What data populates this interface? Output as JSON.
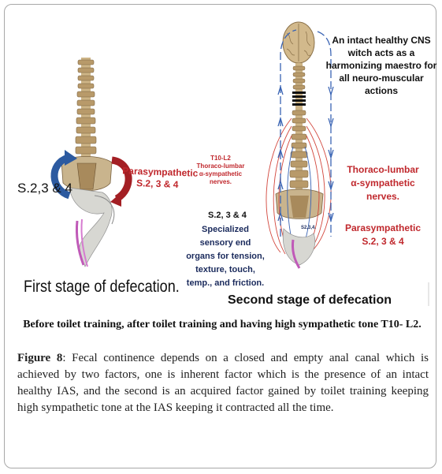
{
  "panel_left": {
    "label_s234": "S.2,3 & 4",
    "parasympathetic_title": "Parasympathetic",
    "parasympathetic_levels": "S.2, 3 & 4",
    "stage_title": "First stage of defecation."
  },
  "panel_right": {
    "cns_note": "An intact healthy CNS witch acts as a harmonizing maestro for all neuro-muscular actions",
    "thoraco_small_line1": "T10-L2",
    "thoraco_small_line2": "Thoraco-lumbar",
    "thoraco_small_line3": "α-sympathetic",
    "thoraco_small_line4": "nerves.",
    "s234_label": "S.2, 3 & 4",
    "sensory_note": "Specialized sensory end organs for tension, texture, touch, temp., and friction.",
    "s234_small": "S2,3,4.",
    "thoraco_right_line1": "Thoraco-lumbar",
    "thoraco_right_line2": "α-sympathetic",
    "thoraco_right_line3": "nerves.",
    "para_right_line1": "Parasympathetic",
    "para_right_line2": "S.2, 3 & 4",
    "stage_title": "Second stage of defecation"
  },
  "subcaption": "Before toilet training, after toilet training and having high sympathetic tone T10- L2.",
  "caption": {
    "label": "Figure 8",
    "text": ": Fecal continence depends on a closed and empty anal canal which is achieved by two factors, one is inherent factor which is the presence of an intact healthy IAS, and the second is an acquired factor gained by toilet training keeping high sympathetic tone at the IAS keeping it contracted all the time."
  },
  "colors": {
    "red_text": "#c0282d",
    "navy_text": "#1a2a5c",
    "arrow_blue": "#2c5aa0",
    "arrow_red": "#a31f24",
    "spine": "#b89a6a",
    "nerve_red": "#d2463c",
    "nerve_blue": "#3a64b4"
  }
}
